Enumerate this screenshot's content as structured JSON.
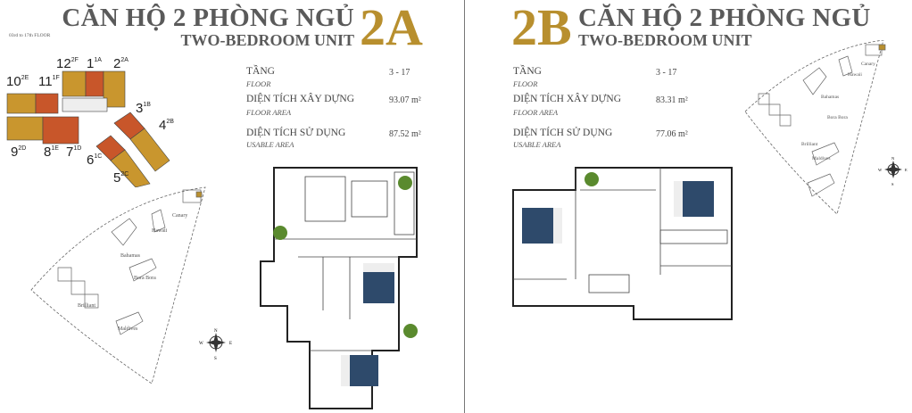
{
  "left": {
    "title": "CĂN HỘ 2 PHÒNG NGỦ",
    "subtitle": "TWO-BEDROOM UNIT",
    "code": "2A",
    "floor_note": "03rd to 17th FLOOR",
    "specs": [
      {
        "label": "TẦNG",
        "label_en": "FLOOR",
        "value": "3 - 17"
      },
      {
        "label": "DIỆN TÍCH XÂY DỰNG",
        "label_en": "FLOOR AREA",
        "value": "93.07 m²"
      },
      {
        "label": "DIỆN TÍCH SỬ DỤNG",
        "label_en": "USABLE AREA",
        "value": "87.52 m²"
      }
    ],
    "key_plan_units": [
      {
        "num": "12",
        "code": "2F"
      },
      {
        "num": "1",
        "code": "1A"
      },
      {
        "num": "2",
        "code": "2A"
      },
      {
        "num": "10",
        "code": "2E"
      },
      {
        "num": "11",
        "code": "1F"
      },
      {
        "num": "3",
        "code": "1B"
      },
      {
        "num": "4",
        "code": "2B"
      },
      {
        "num": "9",
        "code": "2D"
      },
      {
        "num": "8",
        "code": "1E"
      },
      {
        "num": "7",
        "code": "1D"
      },
      {
        "num": "6",
        "code": "1C"
      },
      {
        "num": "5",
        "code": "2C"
      }
    ],
    "site_labels": [
      "Canary",
      "Hawaii",
      "Bahamas",
      "Bora Bora",
      "Brilliant",
      "Maldives"
    ],
    "compass": {
      "n": "N",
      "s": "S",
      "e": "E",
      "w": "W"
    }
  },
  "right": {
    "title": "CĂN HỘ 2 PHÒNG NGỦ",
    "subtitle": "TWO-BEDROOM UNIT",
    "code": "2B",
    "specs": [
      {
        "label": "TẦNG",
        "label_en": "FLOOR",
        "value": "3 - 17"
      },
      {
        "label": "DIỆN TÍCH XÂY DỰNG",
        "label_en": "FLOOR AREA",
        "value": "83.31 m²"
      },
      {
        "label": "DIỆN TÍCH SỬ DỤNG",
        "label_en": "USABLE AREA",
        "value": "77.06 m²"
      }
    ],
    "site_labels": [
      "Canary",
      "Hawaii",
      "Bahamas",
      "Bora Bora",
      "Brilliant",
      "Maldives"
    ],
    "compass": {
      "n": "N",
      "s": "S",
      "e": "E",
      "w": "W"
    }
  },
  "colors": {
    "gold": "#b88f2e",
    "unit_orange": "#c8562a",
    "unit_ochre": "#c9962e",
    "bed_blue": "#2e4a6b"
  }
}
